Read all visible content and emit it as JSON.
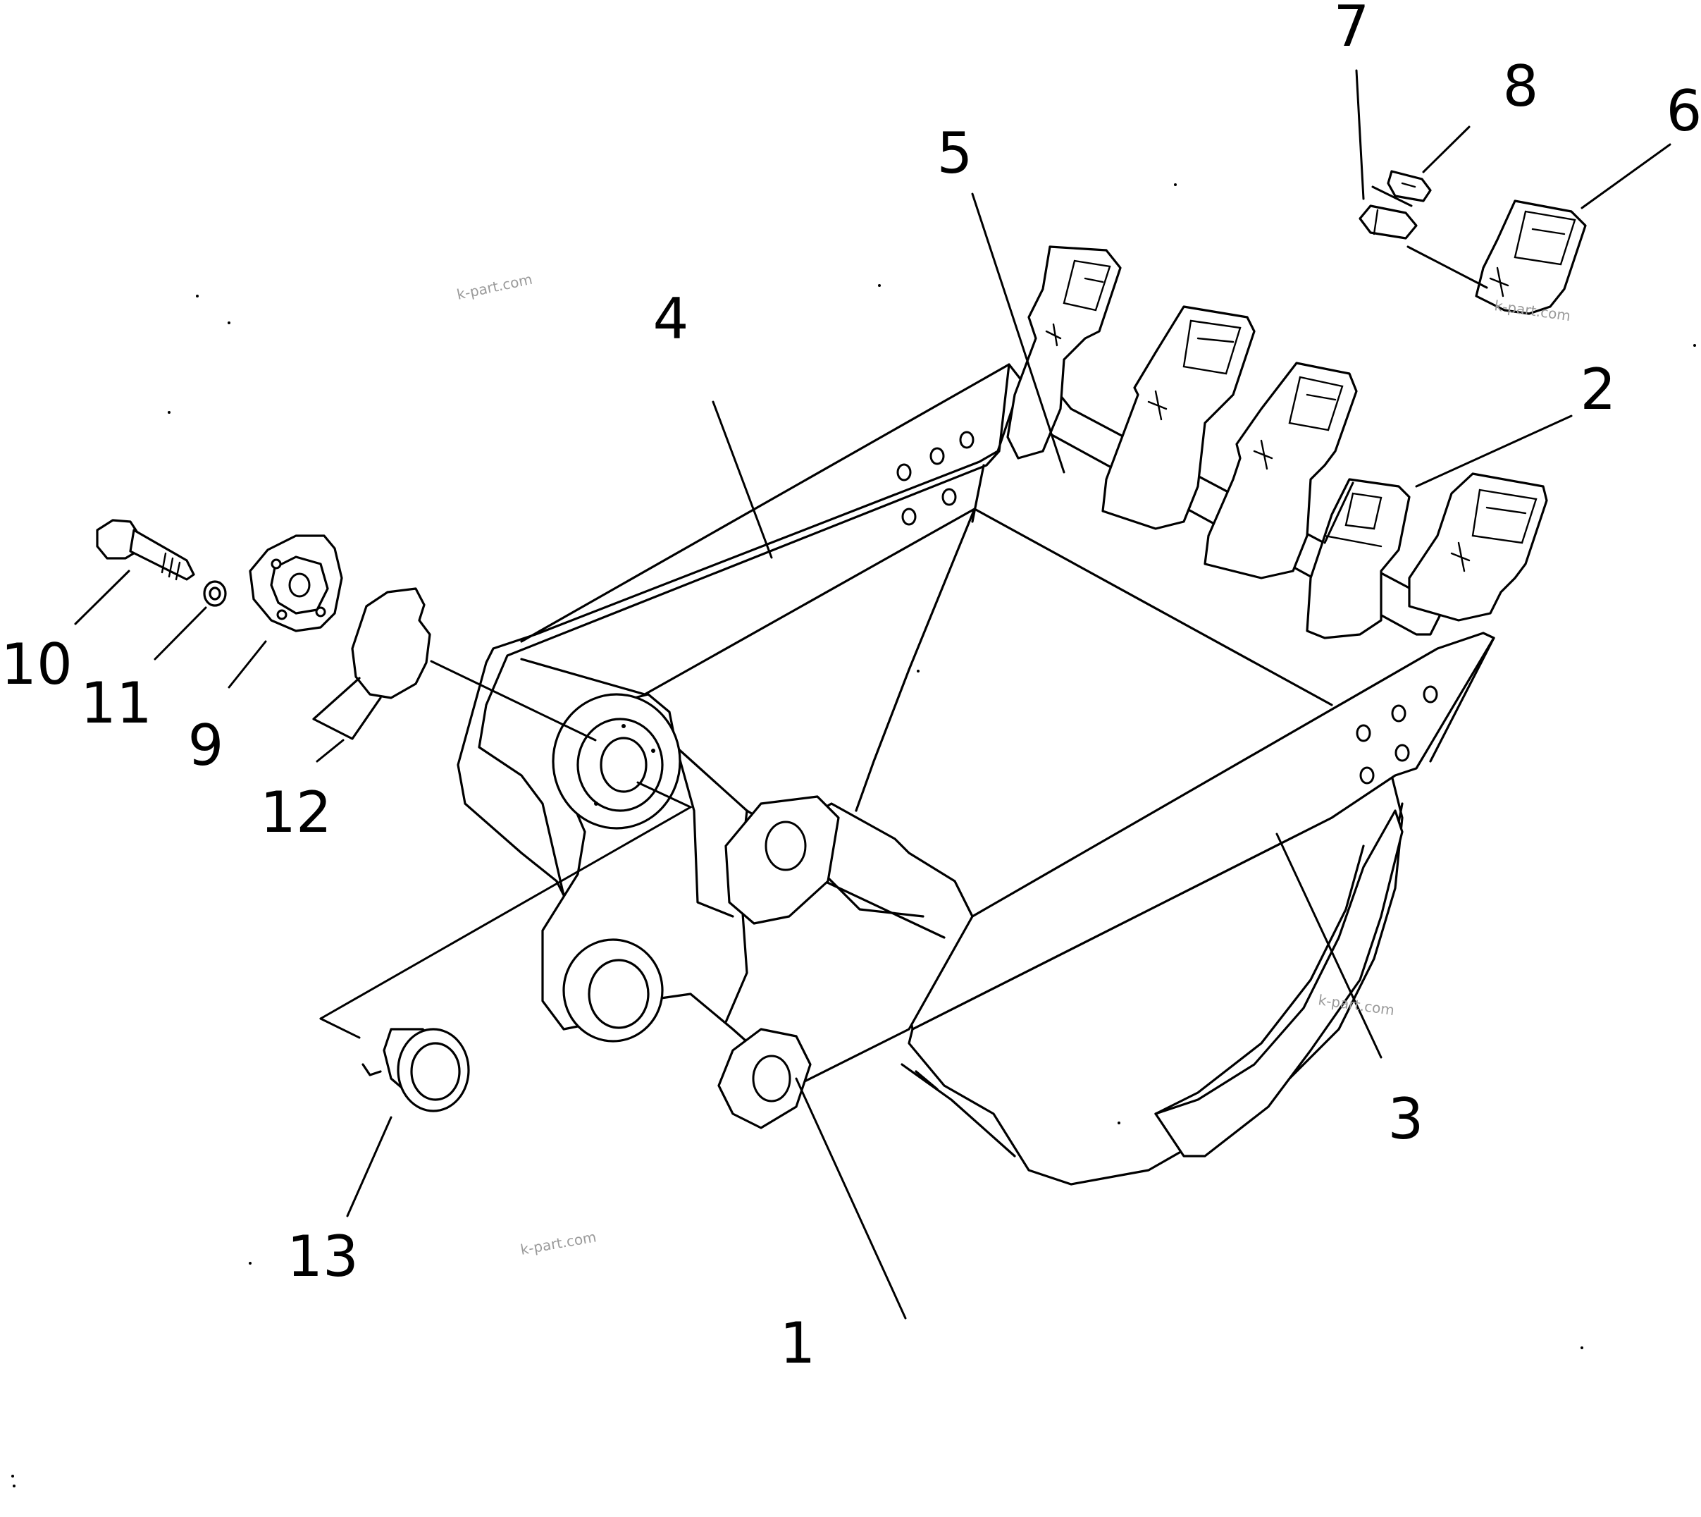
{
  "diagram": {
    "callouts": [
      {
        "id": "1",
        "label": "1"
      },
      {
        "id": "2",
        "label": "2"
      },
      {
        "id": "3",
        "label": "3"
      },
      {
        "id": "4",
        "label": "4"
      },
      {
        "id": "5",
        "label": "5"
      },
      {
        "id": "6",
        "label": "6"
      },
      {
        "id": "7",
        "label": "7"
      },
      {
        "id": "8",
        "label": "8"
      },
      {
        "id": "9",
        "label": "9"
      },
      {
        "id": "10",
        "label": "10"
      },
      {
        "id": "11",
        "label": "11"
      },
      {
        "id": "12",
        "label": "12"
      },
      {
        "id": "13",
        "label": "13"
      }
    ],
    "watermarks": [
      "k-part.com",
      "k-part.com",
      "k-part.com",
      "k-part.com"
    ]
  }
}
